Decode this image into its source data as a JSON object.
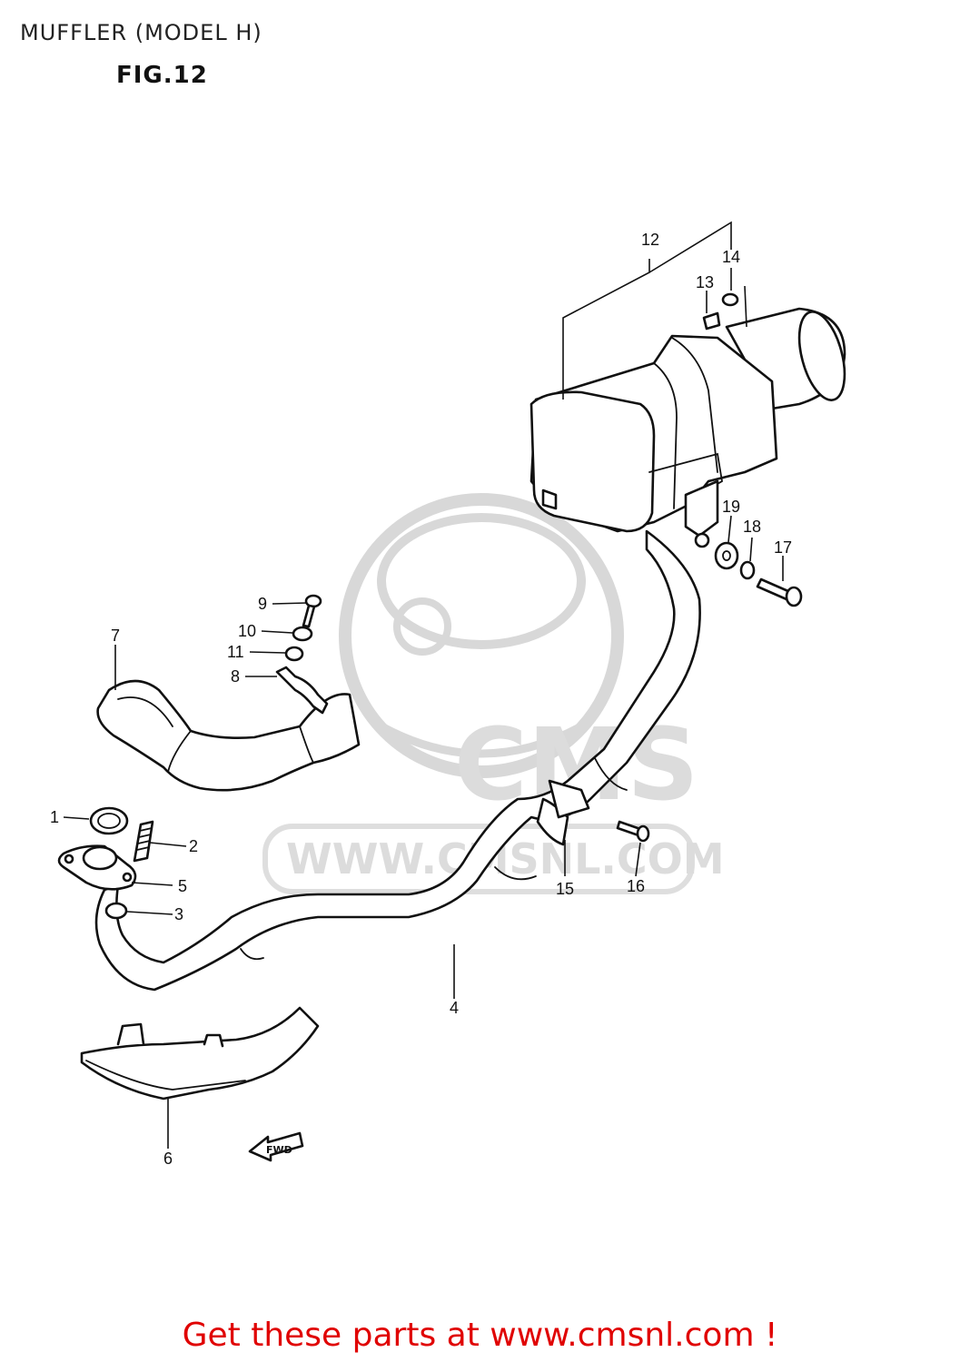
{
  "header": {
    "title": "MUFFLER (MODEL H)",
    "figure": "FIG.12"
  },
  "watermark": {
    "brand": "CMS",
    "url": "WWW.CMSNL.COM"
  },
  "direction_tag": "FWD",
  "callouts": [
    "1",
    "2",
    "3",
    "4",
    "5",
    "6",
    "7",
    "8",
    "9",
    "10",
    "11",
    "12",
    "13",
    "14",
    "15",
    "16",
    "17",
    "18",
    "19"
  ],
  "footer": {
    "text": "Get these parts at www.cmsnl.com !",
    "color": "#e00000"
  }
}
